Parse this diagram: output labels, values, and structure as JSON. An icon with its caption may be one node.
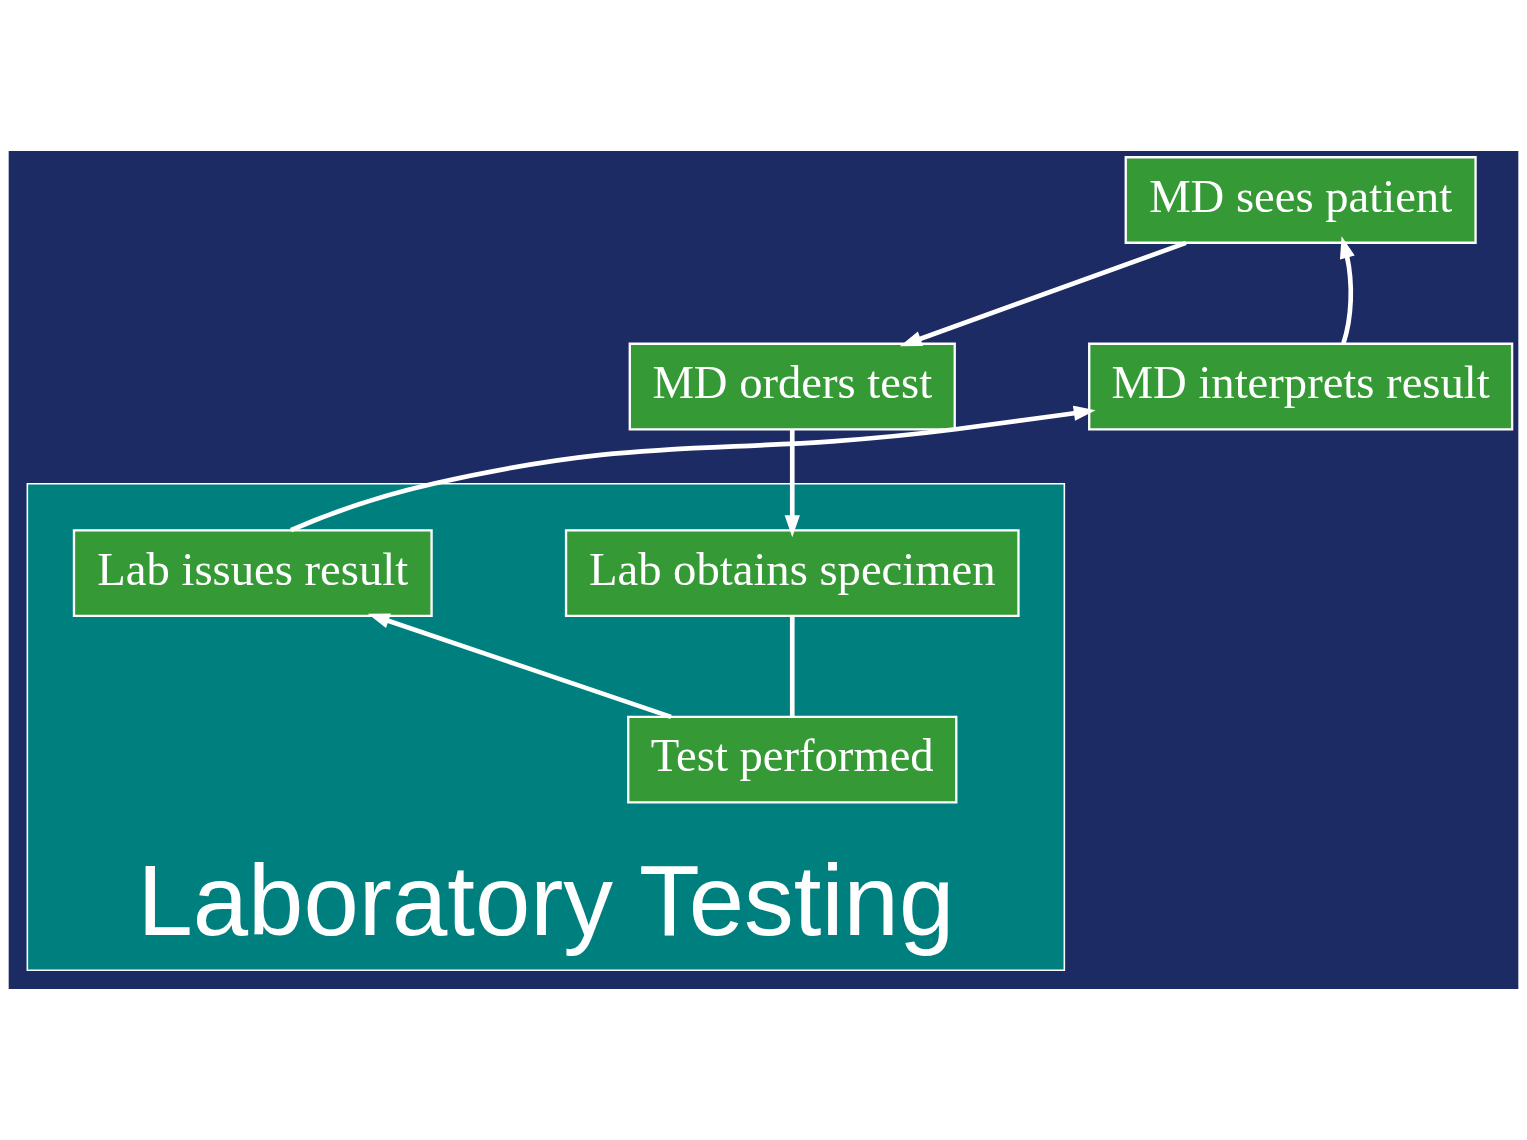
{
  "diagram": {
    "nodes": [
      {
        "text": [
          "MD sees patient"
        ]
      },
      {
        "text": [
          "MD orders test"
        ]
      },
      {
        "text": [
          "MD interprets result"
        ]
      },
      {
        "text": [
          "Laboratory Testing"
        ]
      },
      {
        "text": [
          "Lab obtains specimen"
        ],
        "in": 3
      },
      {
        "text": [
          "Lab issues result"
        ],
        "in": 3
      },
      {
        "text": [
          "Test performed"
        ],
        "in": 3
      }
    ],
    "edges": [
      {
        "from": 0,
        "to": 1,
        "arrow": "to"
      },
      {
        "from": 1,
        "to": 4,
        "arrow": "to"
      },
      {
        "from": 4,
        "to": 6,
        "arrow": "none"
      },
      {
        "from": 6,
        "to": 5,
        "arrow": "to"
      },
      {
        "from": 5,
        "to": 2,
        "arrow": "to"
      },
      {
        "from": 2,
        "to": 0,
        "arrow": "to"
      }
    ]
  }
}
